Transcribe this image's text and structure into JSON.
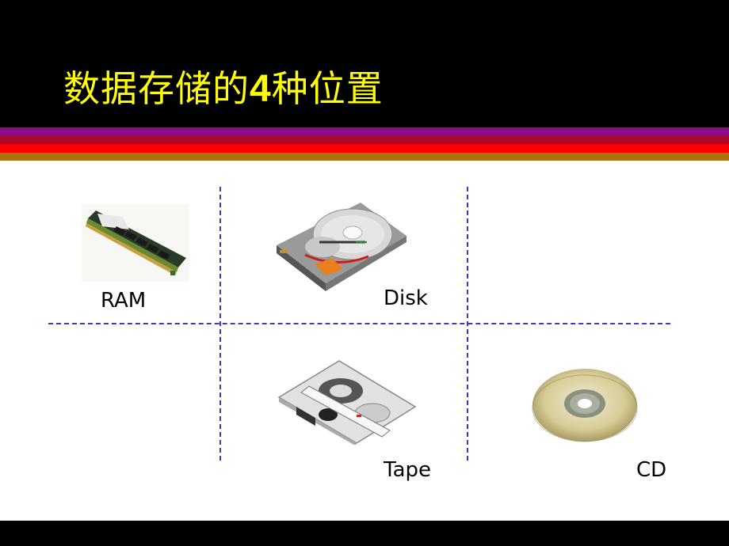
{
  "slide": {
    "title_prefix": "数据存储的",
    "title_number": "4",
    "title_suffix": "种位置",
    "colors": {
      "header_bg": "#000000",
      "title": "#ffff00",
      "stripes": [
        "#8c0a8c",
        "#a80a2a",
        "#ff0000",
        "#a87410"
      ],
      "divider": "#3a3ad0",
      "footer_bg": "#000000"
    }
  },
  "devices": [
    {
      "id": "ram",
      "label": "RAM",
      "icon": "ram-module-icon"
    },
    {
      "id": "disk",
      "label": "Disk",
      "icon": "hard-disk-icon"
    },
    {
      "id": "tape",
      "label": "Tape",
      "icon": "tape-cartridge-icon"
    },
    {
      "id": "cd",
      "label": "CD",
      "icon": "cd-disc-icon"
    }
  ]
}
